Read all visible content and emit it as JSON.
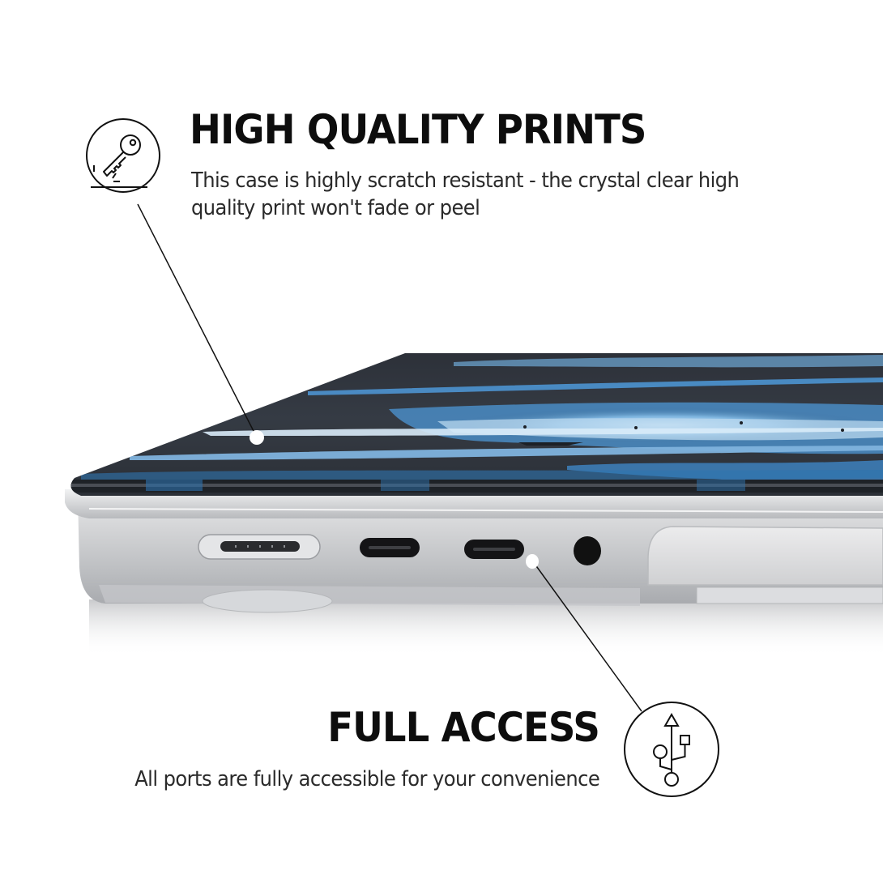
{
  "features": [
    {
      "id": "high-quality-prints",
      "title": "HIGH QUALITY PRINTS",
      "description": "This case is highly scratch resistant - the crystal clear high quality print won't fade or peel",
      "icon": "key-scratch-icon"
    },
    {
      "id": "full-access",
      "title": "FULL ACCESS",
      "description": "All ports are fully accessible for your convenience",
      "icon": "usb-icon"
    }
  ],
  "product": {
    "name": "laptop-hard-case",
    "print_colors": {
      "dark": "#2b2f36",
      "blue": "#2f7fc0",
      "light_blue": "#a9cde8",
      "silver": "#c9cbcd"
    },
    "ports": [
      "magsafe-port",
      "usb-c-port",
      "usb-c-port",
      "headphone-jack"
    ]
  },
  "colors": {
    "background": "#ffffff",
    "text": "#111111",
    "callout_line": "#111111",
    "callout_dot": "#ffffff"
  }
}
